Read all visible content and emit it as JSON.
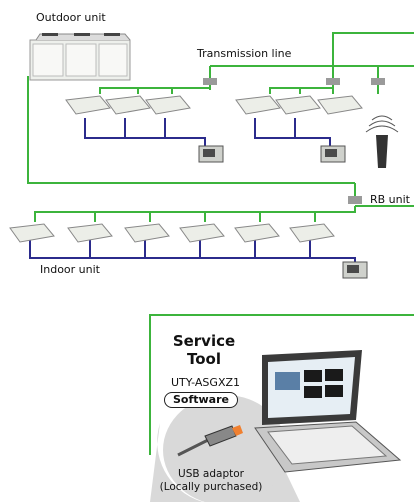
{
  "labels": {
    "outdoor_unit": "Outdoor unit",
    "transmission_line": "Transmission line",
    "rb_unit": "RB unit",
    "indoor_unit": "Indoor unit"
  },
  "service_tool": {
    "title_line1": "Service",
    "title_line2": "Tool",
    "model": "UTY-ASGXZ1",
    "badge": "Software",
    "usb_line1": "USB adaptor",
    "usb_line2": "(Locally purchased)"
  },
  "colors": {
    "transmission": "#3cb43c",
    "refrigerant": "#2b2b8c",
    "rb_box": "#9a9a9a",
    "laptop_bg": "#d8d8d8"
  },
  "icons": [
    "outdoor-unit-icon",
    "indoor-unit-icon",
    "wired-remote-icon",
    "wireless-remote-icon",
    "rb-unit-icon",
    "laptop-icon",
    "usb-adaptor-icon"
  ]
}
